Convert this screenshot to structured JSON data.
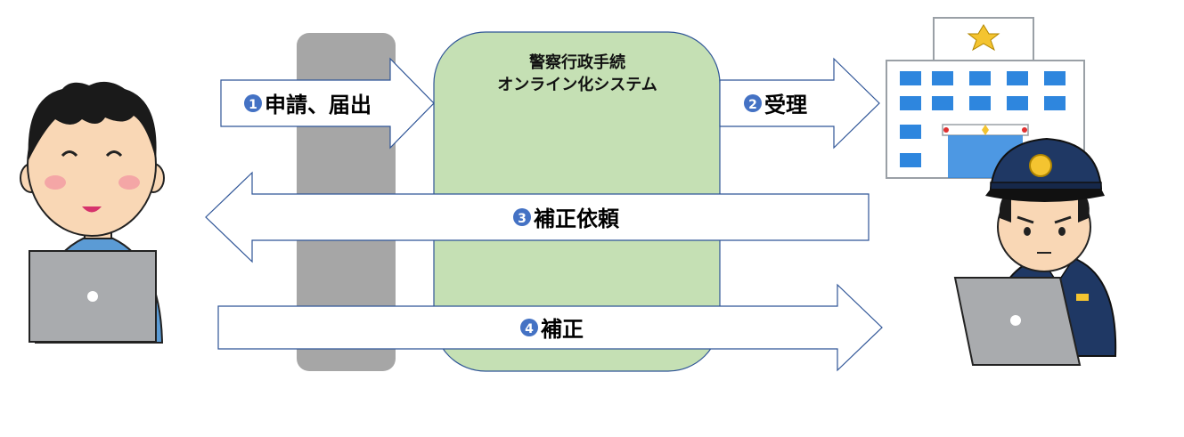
{
  "system": {
    "title_line1": "警察行政手続",
    "title_line2": "オンライン化システム"
  },
  "steps": [
    {
      "badge": "1",
      "label": "申請、届出"
    },
    {
      "badge": "2",
      "label": "受理"
    },
    {
      "badge": "3",
      "label": "補正依頼"
    },
    {
      "badge": "4",
      "label": "補正"
    }
  ],
  "colors": {
    "gray_bar": "#a6a6a6",
    "system_box": "#c5e0b4",
    "system_border": "#2f5597",
    "arrow_border": "#2f5597",
    "badge": "#4472c4",
    "shirt": "#5b9bd5",
    "police_uniform": "#1f3864"
  },
  "icons": {
    "applicant": "person-with-laptop-icon",
    "police_station": "police-station-icon",
    "police_officer": "police-officer-with-laptop-icon"
  }
}
